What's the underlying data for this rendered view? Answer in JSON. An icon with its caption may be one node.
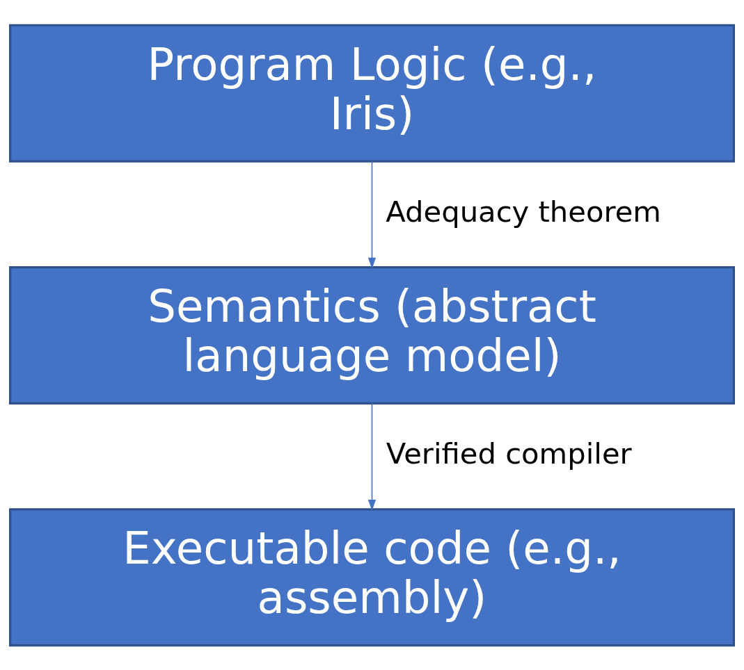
{
  "diagram": {
    "nodes": [
      {
        "text": [
          "Program Logic (e.g., Iris)"
        ]
      },
      {
        "text": [
          "Semantics (abstract language model)"
        ]
      },
      {
        "text": [
          "Executable code (e.g., assembly)"
        ]
      }
    ],
    "edges": [
      {
        "from": 0,
        "to": 1,
        "arrow": "to",
        "label": "Adequacy theorem"
      },
      {
        "from": 1,
        "to": 2,
        "arrow": "to",
        "label": "Verified compiler"
      }
    ]
  }
}
